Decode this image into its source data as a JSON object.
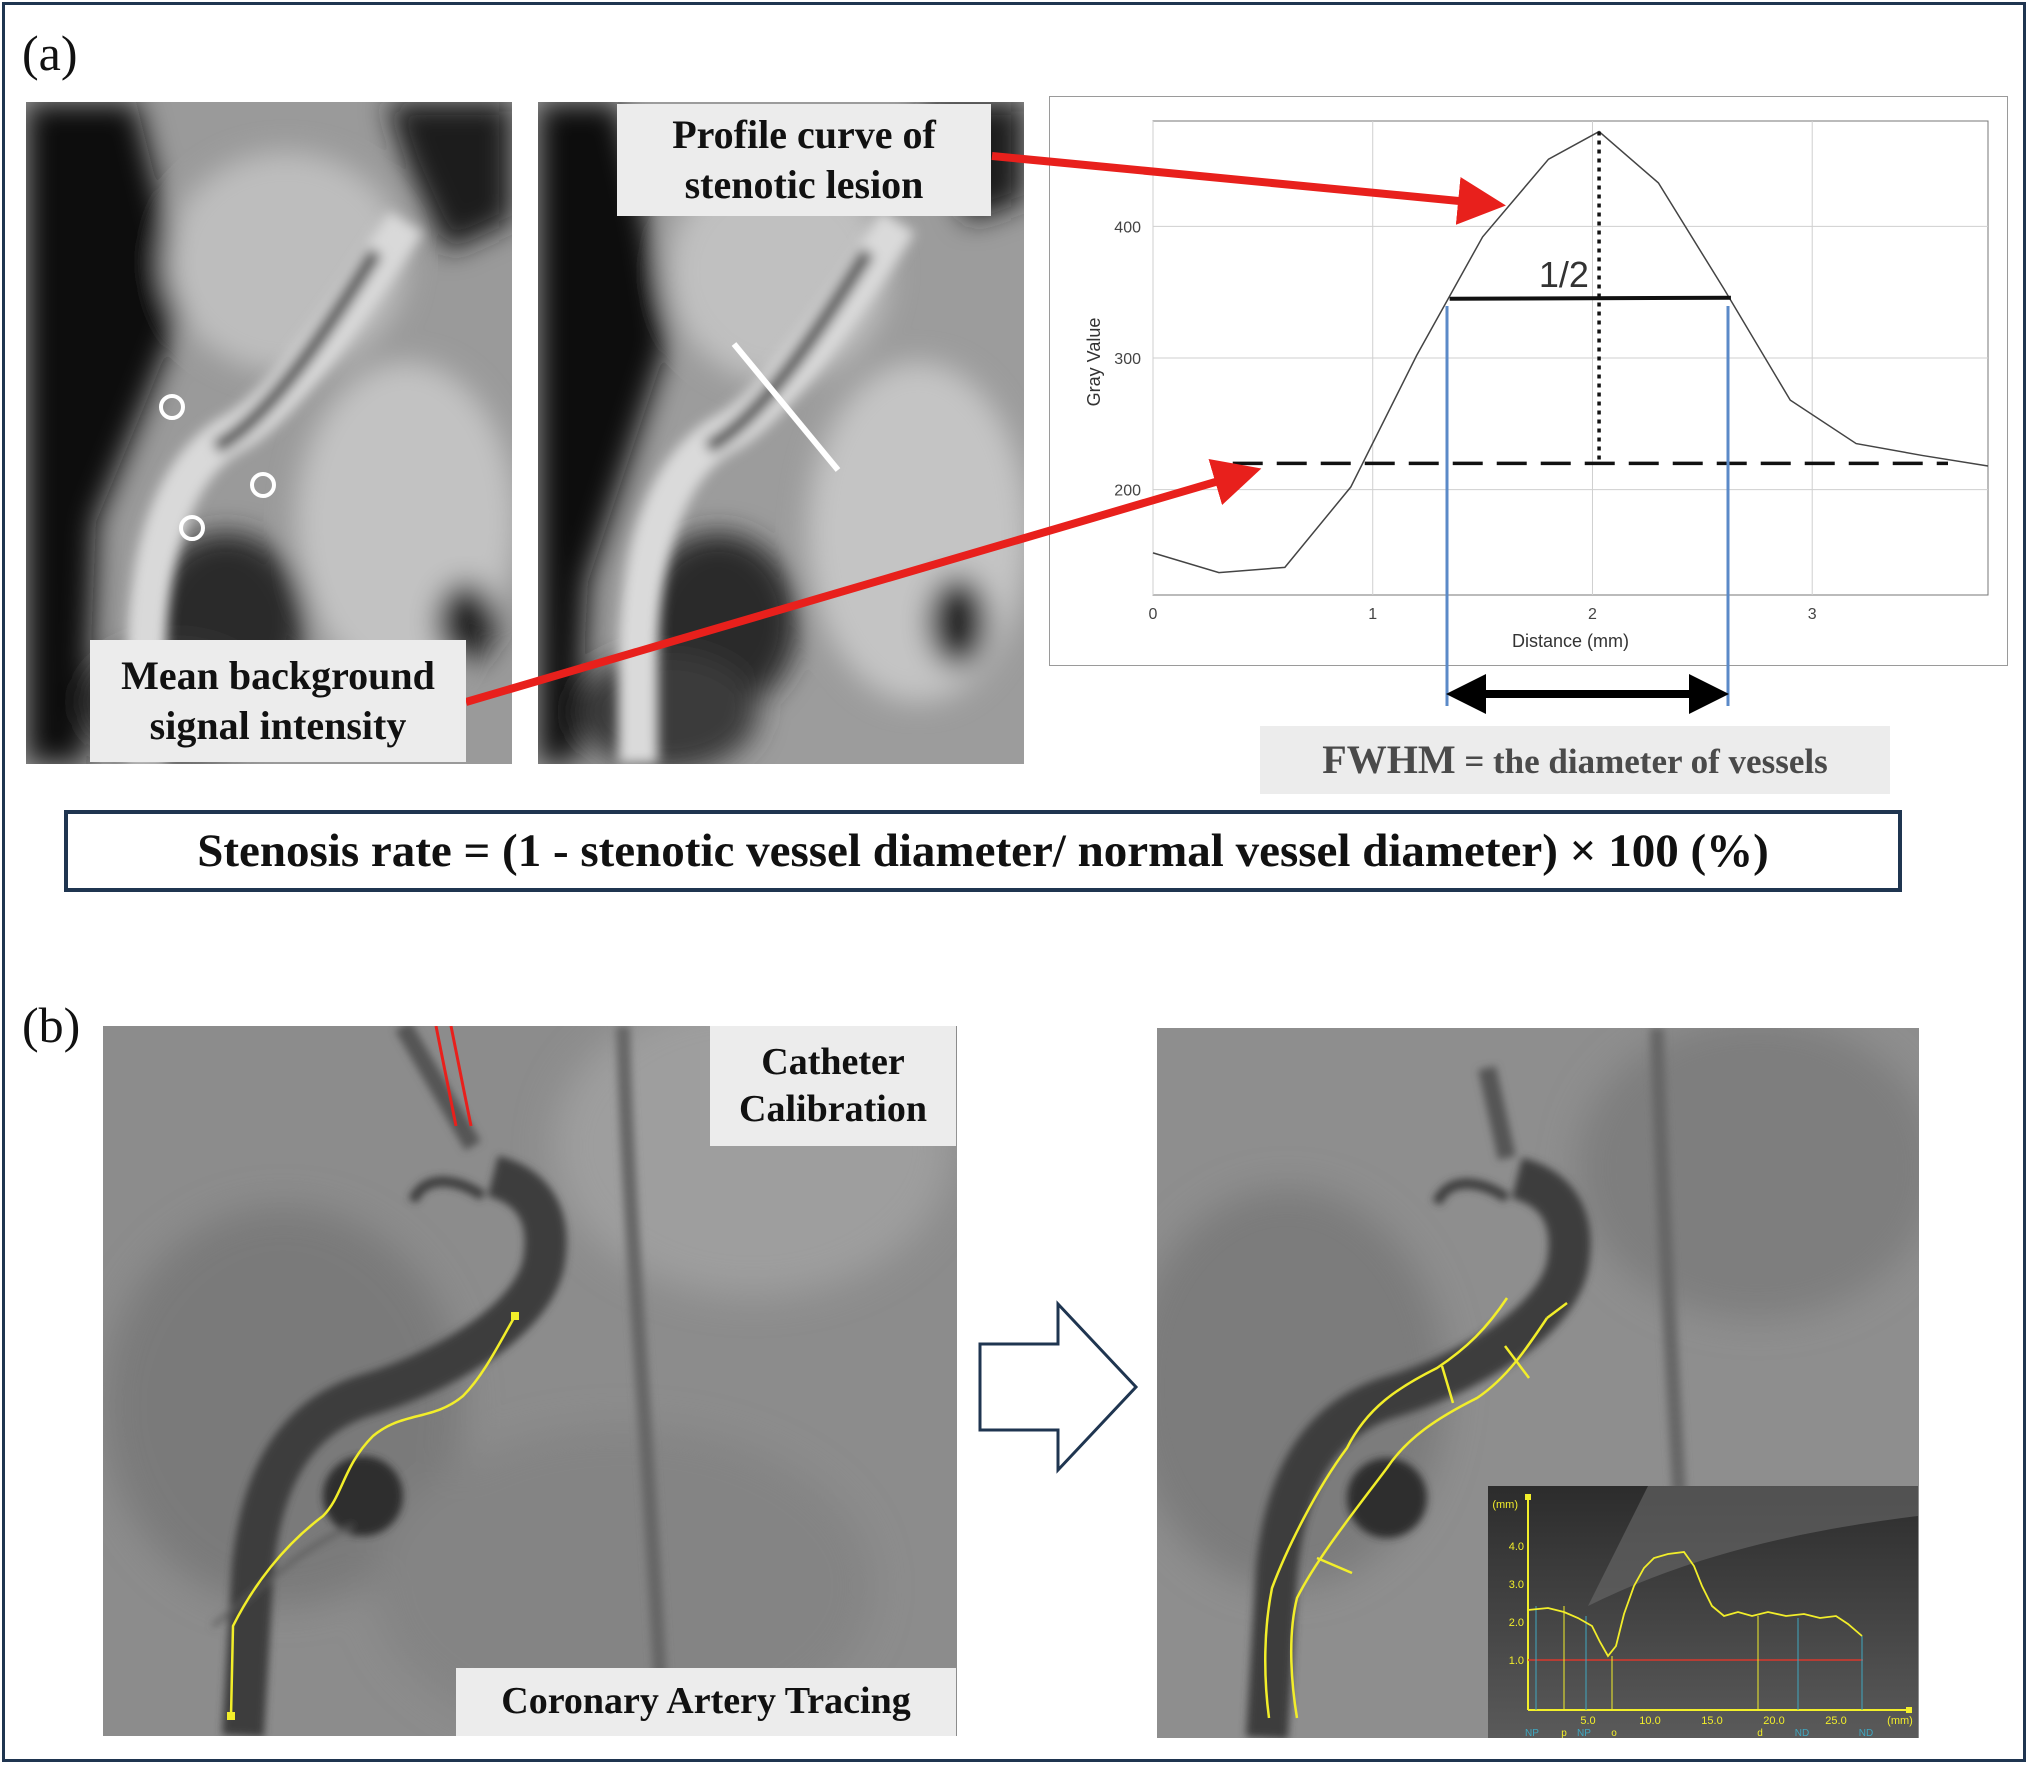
{
  "panel_a": {
    "label": "(a)",
    "callout_profile": [
      "Profile curve of",
      "stenotic lesion"
    ],
    "callout_background": [
      "Mean background",
      "signal intensity"
    ],
    "fwhm_term": "FWHM",
    "fwhm_rest": " = the diameter of vessels",
    "formula": "Stenosis rate = (1 - stenotic vessel diameter/ normal vessel diameter)   × 100 (%)"
  },
  "chart_data": {
    "type": "line",
    "xlabel": "Distance (mm)",
    "ylabel": "Gray Value",
    "xlim": [
      0,
      3.8
    ],
    "ylim": [
      120,
      480
    ],
    "xticks": [
      "0",
      "1",
      "2",
      "3"
    ],
    "yticks": [
      "200",
      "300",
      "400"
    ],
    "grid": true,
    "series": [
      {
        "x": [
          0,
          0.3,
          0.6,
          0.9,
          1.2,
          1.5,
          1.8,
          2.03,
          2.3,
          2.6,
          2.9,
          3.2,
          3.5,
          3.8
        ],
        "y": [
          152,
          137,
          141,
          202,
          302,
          392,
          451,
          472,
          433,
          352,
          268,
          235,
          226,
          218
        ]
      }
    ],
    "annotations": {
      "half_label": "1/2",
      "baseline_value": 220,
      "peak_x": 2.03,
      "half_max_value": 345,
      "fwhm_x": [
        1.35,
        2.63
      ]
    }
  },
  "panel_b": {
    "label": "(b)",
    "callout_catheter": [
      "Catheter",
      "Calibration"
    ],
    "callout_tracing": "Coronary Artery Tracing",
    "inset": {
      "yunit": "(mm)",
      "xunit": "(mm)",
      "yticks": [
        "1.0",
        "2.0",
        "3.0",
        "4.0"
      ],
      "xticks": [
        "5.0",
        "10.0",
        "15.0",
        "20.0",
        "25.0"
      ],
      "markers": [
        "NP",
        "p",
        "NP",
        "o",
        "d",
        "ND",
        "ND"
      ]
    }
  },
  "colors": {
    "arrow": "#e8201c",
    "frame": "#1f3550",
    "tracing": "#f2ee2a",
    "fwhm_lines": "#5b8ac8"
  }
}
